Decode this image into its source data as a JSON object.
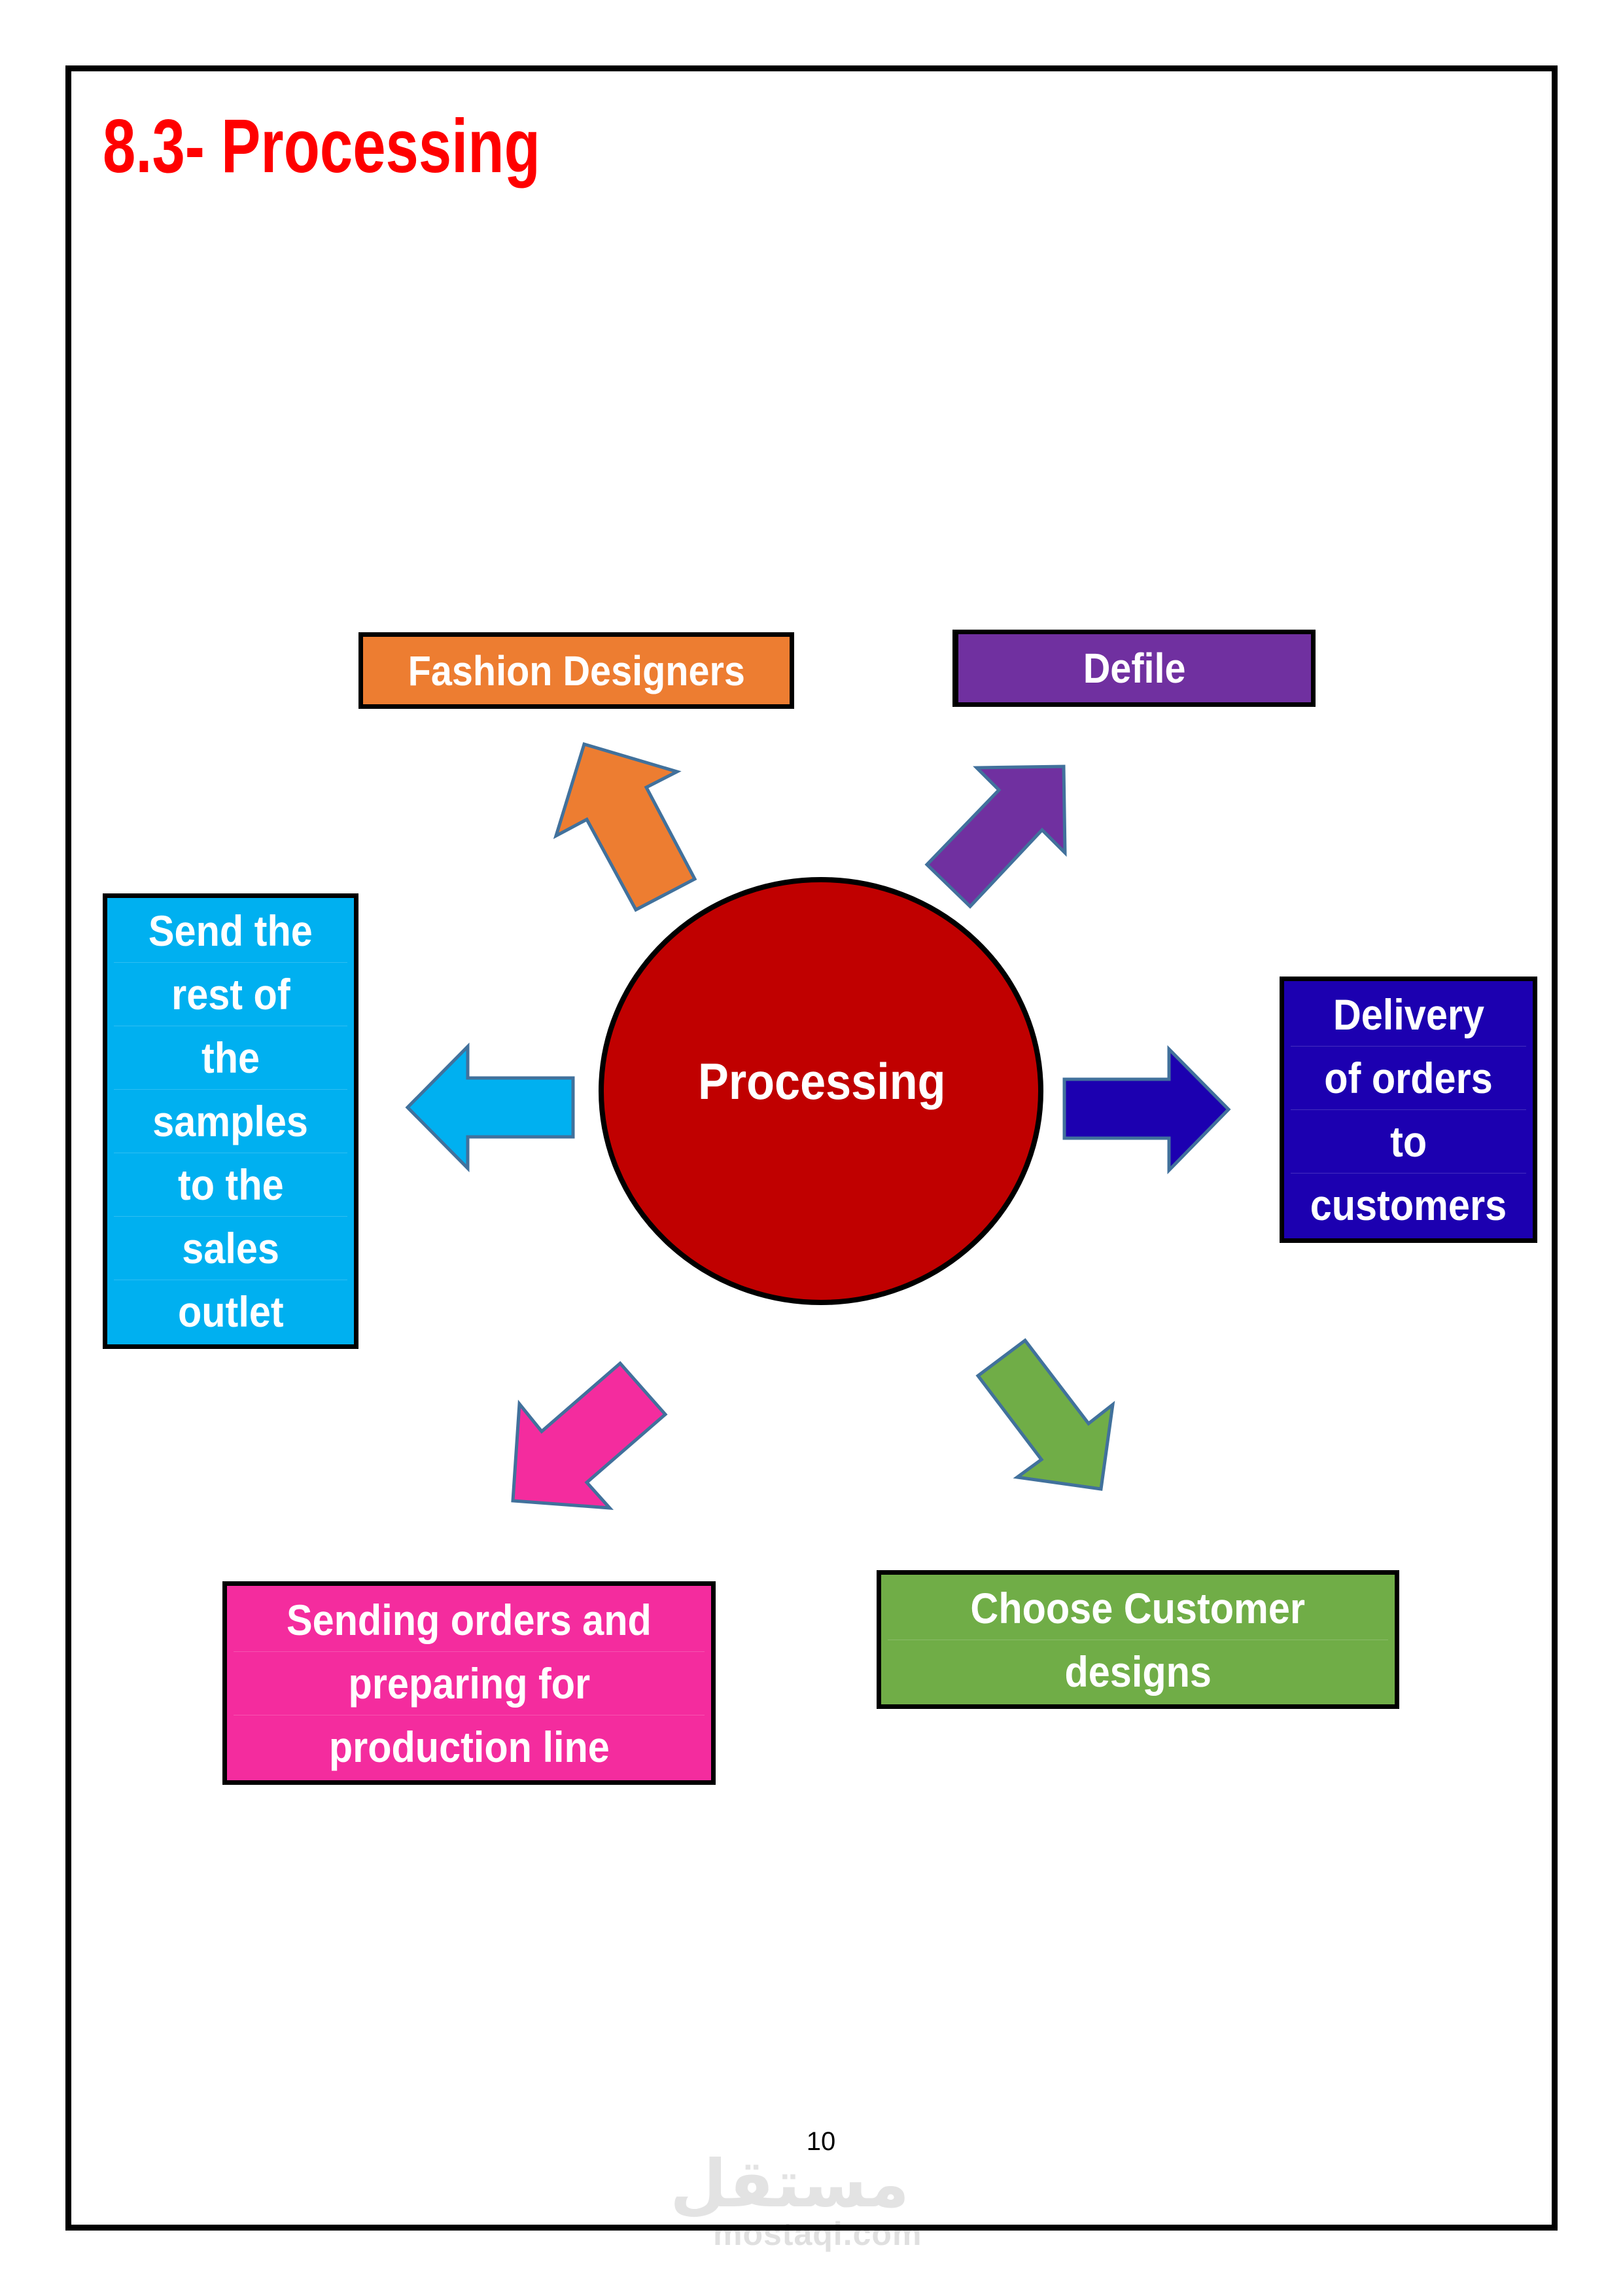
{
  "page": {
    "title": "8.3- Processing",
    "page_number": "10"
  },
  "diagram": {
    "center": {
      "label": "Processing",
      "color": "#C00000"
    },
    "nodes": [
      {
        "id": "fashion",
        "lines": [
          "Fashion Designers"
        ],
        "color": "#ED7D31",
        "direction": "up-left"
      },
      {
        "id": "defile",
        "lines": [
          "Defile"
        ],
        "color": "#7030A0",
        "direction": "up-right"
      },
      {
        "id": "samples",
        "lines": [
          "Send the",
          "rest of",
          "the",
          "samples",
          "to the",
          "sales",
          "outlet"
        ],
        "color": "#00B0F0",
        "direction": "left"
      },
      {
        "id": "delivery",
        "lines": [
          "Delivery",
          "of orders",
          "to",
          "customers"
        ],
        "color": "#1C00B0",
        "direction": "right"
      },
      {
        "id": "sending",
        "lines": [
          "Sending orders and",
          "preparing for",
          "production line"
        ],
        "color": "#F42C9E",
        "direction": "down-left"
      },
      {
        "id": "choose",
        "lines": [
          "Choose Customer",
          "designs"
        ],
        "color": "#70AD47",
        "direction": "down-right"
      }
    ],
    "arrow_stroke_color": "#41719C"
  },
  "watermark": {
    "arabic": "مستقل",
    "latin": "mostaql.com"
  }
}
